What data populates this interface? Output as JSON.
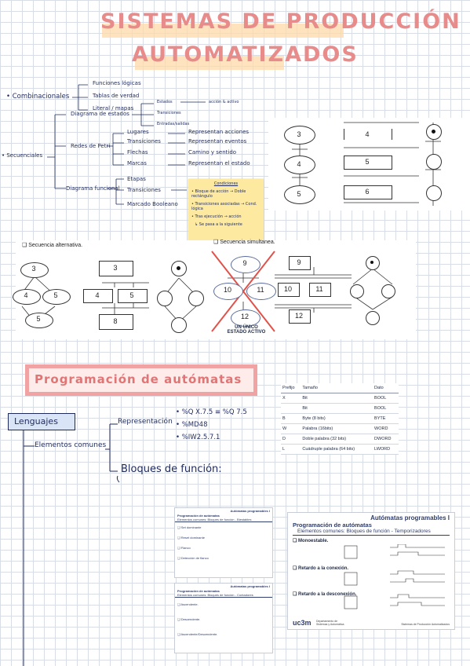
{
  "title": {
    "line1": "Sistemas de producción",
    "line2": "automatizados"
  },
  "mindmap": {
    "combinacionales": "Combinacionales",
    "comb_items": [
      "Funciones lógicas",
      "Tablas de verdad",
      "Literal / mapas"
    ],
    "diagrama_estados": "Diagrama de estados",
    "estados_items": [
      "Estados",
      "Transiciones",
      "Entradas/salidas"
    ],
    "estados_note": "acción & activo",
    "secuenciales": "Secuenciales",
    "redes_petri": "Redes de Petri",
    "petri_items": [
      {
        "term": "Lugares",
        "desc": "Representan acciones"
      },
      {
        "term": "Transiciones",
        "desc": "Representan eventos"
      },
      {
        "term": "Flechas",
        "desc": "Camino y sentido"
      },
      {
        "term": "Marcas",
        "desc": "Representan el estado"
      }
    ],
    "diagrama_funcional": "Diagrama funcional",
    "func_items": [
      "Etapas",
      "Transiciones",
      "Marcado Booleano"
    ],
    "sticky_title": "Condiciones",
    "sticky_lines": [
      "• Bloque de acción → Doble rectángulo",
      "• Transiciones asociadas → Cond. lógica",
      "• Tras ejecución → acción",
      "↳ Se pasa a la siguiente"
    ]
  },
  "grafcet_top": {
    "places": [
      "3",
      "4",
      "5"
    ],
    "steps": [
      "4",
      "5",
      "6"
    ]
  },
  "alternativa": {
    "caption": "❑ Secuencia alternativa.",
    "places": [
      "3",
      "4",
      "5",
      "5"
    ],
    "steps": [
      "3",
      "4",
      "5",
      "8"
    ]
  },
  "simultanea": {
    "caption": "❑ Secuencia simultanea.",
    "places": [
      "9",
      "10",
      "11",
      "12"
    ],
    "steps": [
      "9",
      "10",
      "11",
      "12"
    ],
    "note_line1": "UN ÚNICO",
    "note_line2": "ESTADO ACTIVO"
  },
  "programacion": {
    "heading": "Programación de autómatas",
    "lenguajes": "Lenguajes",
    "elementos": "Elementos comunes",
    "representacion": "Representación",
    "rep_items": [
      "• %Q X.7.5  ≡  %Q 7.5",
      "• %MD48",
      "• %IW2.5.7.1"
    ],
    "bloques": "Bloques de función:"
  },
  "prefix_table": {
    "headers": [
      "Prefijo",
      "Tamaño",
      "Dato"
    ],
    "rows": [
      [
        "X",
        "Bit",
        "BOOL"
      ],
      [
        "",
        "Bit",
        "BOOL"
      ],
      [
        "B",
        "Byte (8 bits)",
        "BYTE"
      ],
      [
        "W",
        "Palabra (16bits)",
        "WORD"
      ],
      [
        "D",
        "Doble palabra (32 bits)",
        "DWORD"
      ],
      [
        "L",
        "Cuádruple palabra (64 bits)",
        "LWORD"
      ]
    ]
  },
  "slides": {
    "s1": {
      "brand": "Autómatas programables I",
      "title": "Programación de autómatas",
      "subtitle": "Elementos comunes: Bloques de función - Biestables",
      "items": [
        "❑ Set dominante",
        "❑ Reset dominante",
        "❑ Flanco",
        "❑ Detección de flanco"
      ]
    },
    "s2": {
      "brand": "Autómatas programables I",
      "title": "Programación de autómatas",
      "subtitle": "Elementos comunes: Bloques de función - Contadores",
      "items": [
        "❑ Ascendente.",
        "❑ Descendente.",
        "❑ Ascendente/Descendente."
      ]
    },
    "s3": {
      "brand": "Autómatas programables I",
      "title": "Programación de autómatas",
      "subtitle": "Elementos comunes: Bloques de función - Temporizadores",
      "items": [
        "❑ Monoestable.",
        "❑ Retardo a la conexión.",
        "❑ Retardo a la desconexión."
      ],
      "logo": "uc3m",
      "footer_left": "Departamento de Sistemas y Automática",
      "footer_right": "Sistemas de Producción Automatizados"
    }
  },
  "colors": {
    "accent": "#e88b8b",
    "highlight": "#ffd9a8",
    "ink": "#1f2a5c",
    "sticky": "#fdeaa0"
  }
}
